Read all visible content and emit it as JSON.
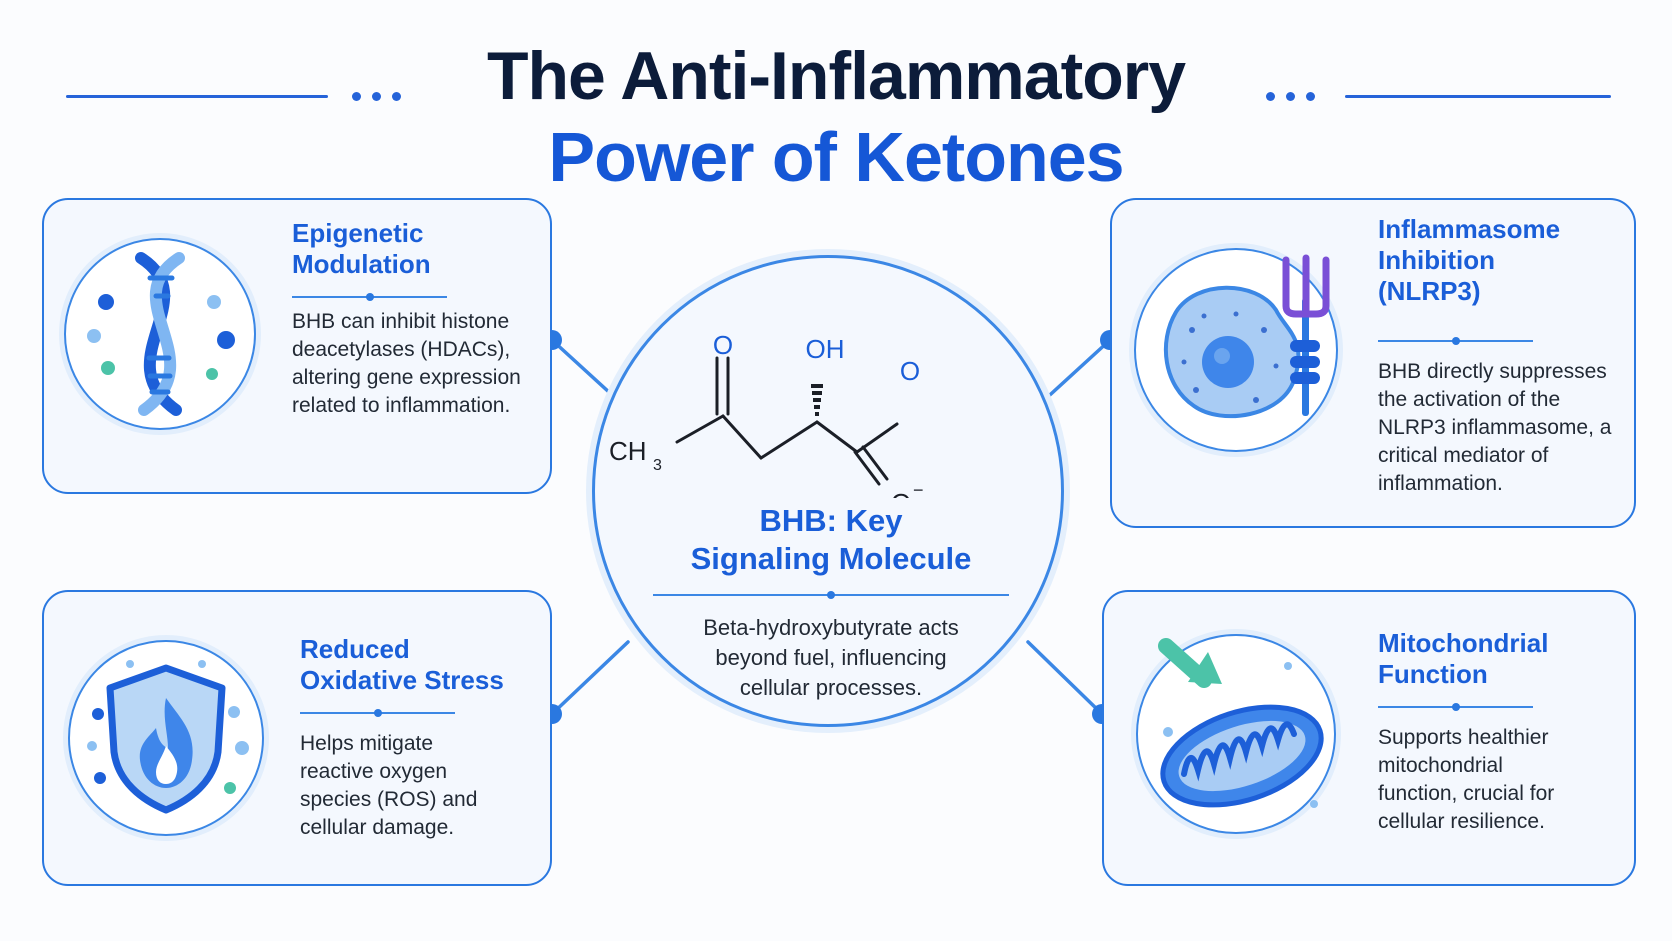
{
  "title": {
    "line1": "The Anti-Inflammatory",
    "line2": "Power of Ketones"
  },
  "center": {
    "title_line1": "BHB: Key",
    "title_line2": "Signaling Molecule",
    "text": "Beta-hydroxybutyrate acts beyond fuel, influencing cellular processes.",
    "molecule": {
      "o_left": "O",
      "oh": "OH",
      "o_right": "O",
      "ch": "CH",
      "ch_sub": "3",
      "o_minus": "O",
      "o_minus_sup": "−"
    }
  },
  "cards": {
    "epigenetic": {
      "title": "Epigenetic Modulation",
      "text": "BHB can inhibit histone deacetylases (HDACs), altering gene expression related to inflammation.",
      "icon": "dna-icon"
    },
    "oxidative": {
      "title": "Reduced Oxidative Stress",
      "text": "Helps mitigate reactive oxygen species (ROS) and cellular damage.",
      "icon": "shield-flame-icon"
    },
    "inflammasome": {
      "title": "Inflammasome Inhibition (NLRP3)",
      "text": "BHB directly suppresses the activation of the NLRP3 inflammasome, a critical mediator of inflammation.",
      "icon": "cell-icon"
    },
    "mitochondrial": {
      "title": "Mitochondrial Function",
      "text": "Supports healthier mitochondrial function, crucial for cellular resilience.",
      "icon": "mitochondria-icon"
    }
  },
  "colors": {
    "accent": "#1a5ed8",
    "title_dark": "#0c1c3a",
    "border": "#2a78e0",
    "teal": "#4cc3a8"
  }
}
